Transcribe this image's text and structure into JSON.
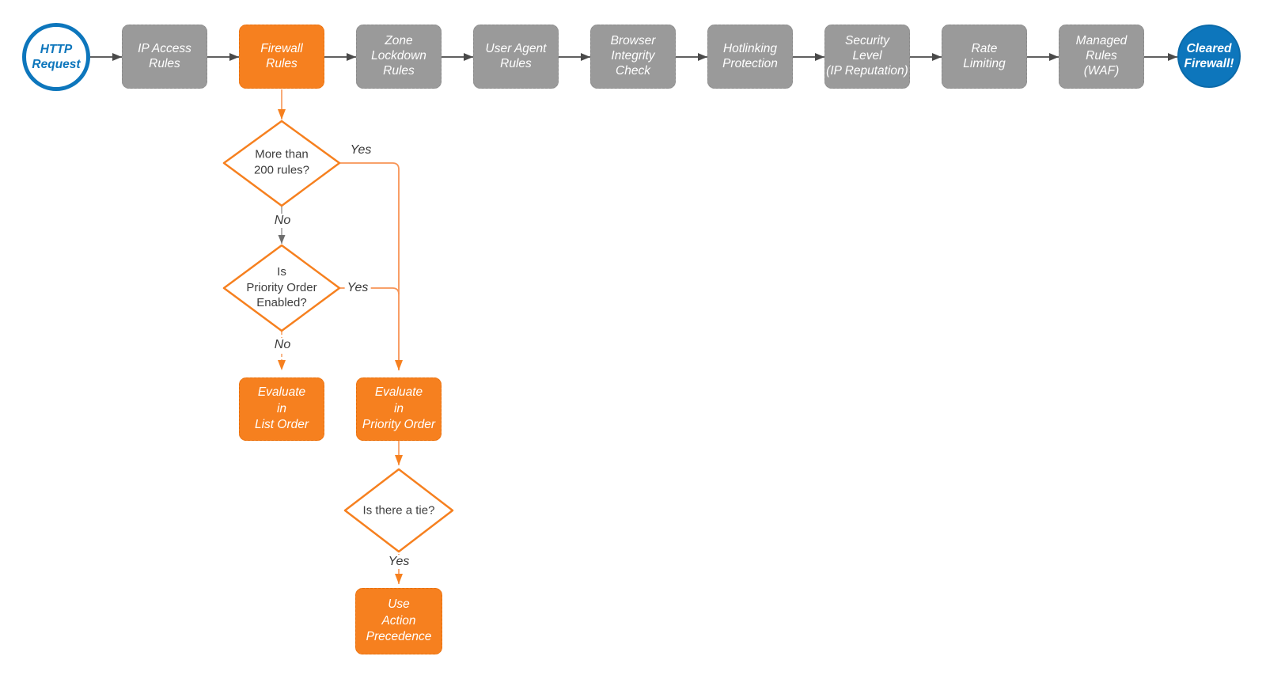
{
  "pipeline": {
    "start_label": "HTTP\nRequest",
    "stages": [
      "IP Access\nRules",
      "Firewall\nRules",
      "Zone\nLockdown\nRules",
      "User Agent\nRules",
      "Browser\nIntegrity\nCheck",
      "Hotlinking\nProtection",
      "Security\nLevel\n(IP Reputation)",
      "Rate\nLimiting",
      "Managed\nRules\n(WAF)"
    ],
    "end_label": "Cleared\nFirewall!"
  },
  "firewall_decision_tree": {
    "decision_more_rules": "More than\n200 rules?",
    "decision_priority_enabled": "Is\nPriority Order\nEnabled?",
    "decision_tie": "Is there a tie?",
    "action_list_order": "Evaluate\nin\nList Order",
    "action_priority_order": "Evaluate\nin\nPriority Order",
    "action_precedence": "Use\nAction\nPrecedence",
    "labels": {
      "yes_more_rules": "Yes",
      "no_more_rules": "No",
      "yes_priority_enabled": "Yes",
      "no_priority_enabled": "No",
      "yes_tie": "Yes"
    }
  },
  "colors": {
    "accent_orange": "#f6801f",
    "orange_line": "#f79455",
    "node_gray": "#9a9a9a",
    "accent_blue": "#0d76bc",
    "connector_dark": "#4a4a4a"
  }
}
